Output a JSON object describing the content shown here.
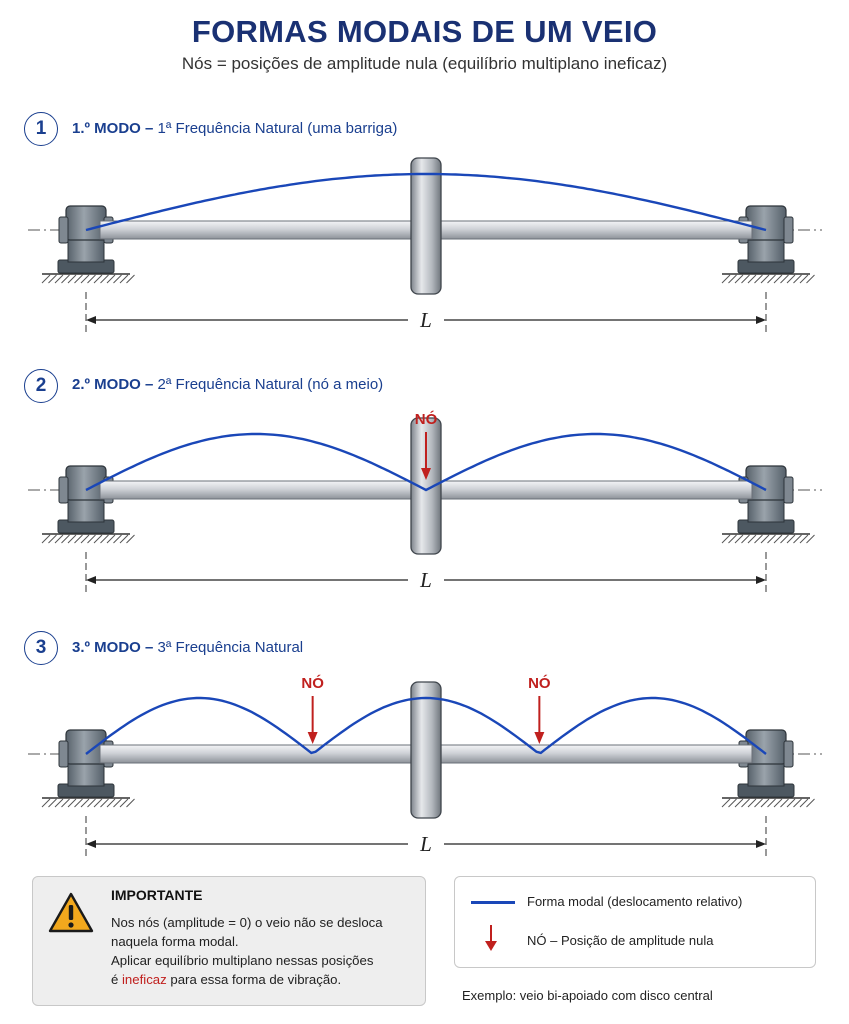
{
  "header": {
    "title": "FORMAS MODAIS DE UM VEIO",
    "subtitle": "Nós = posições de amplitude nula (equilíbrio multiplano ineficaz)"
  },
  "modes": [
    {
      "number": "1",
      "label": "1.º MODO –",
      "description": "1ª Frequência Natural (uma barriga)",
      "length_label": "L",
      "nodes": [],
      "node_positions": []
    },
    {
      "number": "2",
      "label": "2.º MODO –",
      "description": "2ª Frequência Natural (nó a meio)",
      "length_label": "L",
      "nodes": [
        "NÓ"
      ],
      "node_positions": [
        0.5
      ]
    },
    {
      "number": "3",
      "label": "3.º MODO –",
      "description": "3ª Frequência Natural",
      "length_label": "L",
      "nodes": [
        "NÓ",
        "NÓ"
      ],
      "node_positions": [
        0.3333,
        0.6667
      ]
    }
  ],
  "important": {
    "title": "IMPORTANTE",
    "line1": "Nos nós (amplitude = 0) o veio não se desloca",
    "line2": "naquela forma modal.",
    "line3": "Aplicar equilíbrio multiplano nessas posições",
    "line4_pre": "é ",
    "line4_red": "ineficaz",
    "line4_post": " para essa forma de vibração.",
    "icon": "warning-icon"
  },
  "legend": {
    "modal_shape": "Forma modal (deslocamento relativo)",
    "node": "NÓ – Posição de amplitude nula"
  },
  "example": "Exemplo: veio bi-apoiado com disco central",
  "colors": {
    "title": "#1a3173",
    "accent": "#1a3f8f",
    "mode_curve": "#1a47b8",
    "node": "#c0201e",
    "shaft": "#c9ccd1",
    "bearing": "#6e7780"
  }
}
